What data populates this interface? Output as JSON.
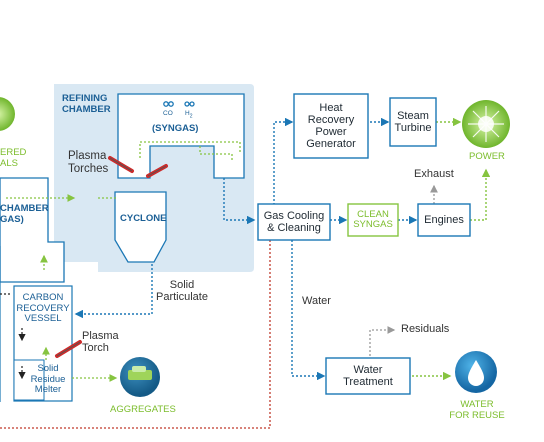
{
  "colors": {
    "chamber_fill": "#d9e8f3",
    "box_border": "#1b77b5",
    "flow_blue": "#1b77b5",
    "flow_green": "#86c440",
    "flow_red": "#c0392b",
    "flow_gray": "#999999",
    "label_blue": "#1b5f95",
    "label_green": "#7cbd2c",
    "torch_red": "#cc2b2b"
  },
  "left_edge": {
    "recovered_materials": [
      "ERED",
      "ALS"
    ],
    "chamber_label": [
      "CHAMBER",
      "GAS)"
    ],
    "carbon_vessel": [
      "CARBON",
      "RECOVERY",
      "VESSEL"
    ],
    "solid_residue_melter": [
      "Solid",
      "Residue",
      "Melter"
    ],
    "plasma_torch": [
      "Plasma",
      "Torch"
    ],
    "aggregates": "AGGREGATES"
  },
  "refining": {
    "chamber_label": [
      "REFINING",
      "CHAMBER"
    ],
    "co_label": "CO",
    "h2_label": "H",
    "syngas_label": "(SYNGAS)",
    "plasma_torches": [
      "Plasma",
      "Torches"
    ],
    "cyclone": "CYCLONE",
    "solid_particulate": [
      "Solid",
      "Particulate"
    ]
  },
  "boxes": {
    "heat_recovery": "Heat\nRecovery\nPower\nGenerator",
    "steam_turbine": "Steam\nTurbine",
    "gas_cooling": "Gas Cooling\n& Cleaning",
    "clean_syngas": "CLEAN\nSYNGAS",
    "engines": "Engines",
    "water_treatment": "Water\nTreatment"
  },
  "outputs": {
    "power": "POWER",
    "exhaust": "Exhaust",
    "water": "Water",
    "residuals": "Residuals",
    "water_reuse": [
      "WATER",
      "FOR REUSE"
    ]
  },
  "icons": [
    "recovered-materials-icon",
    "aggregates-icon",
    "power-icon",
    "water-drop-icon",
    "molecule-icon"
  ]
}
